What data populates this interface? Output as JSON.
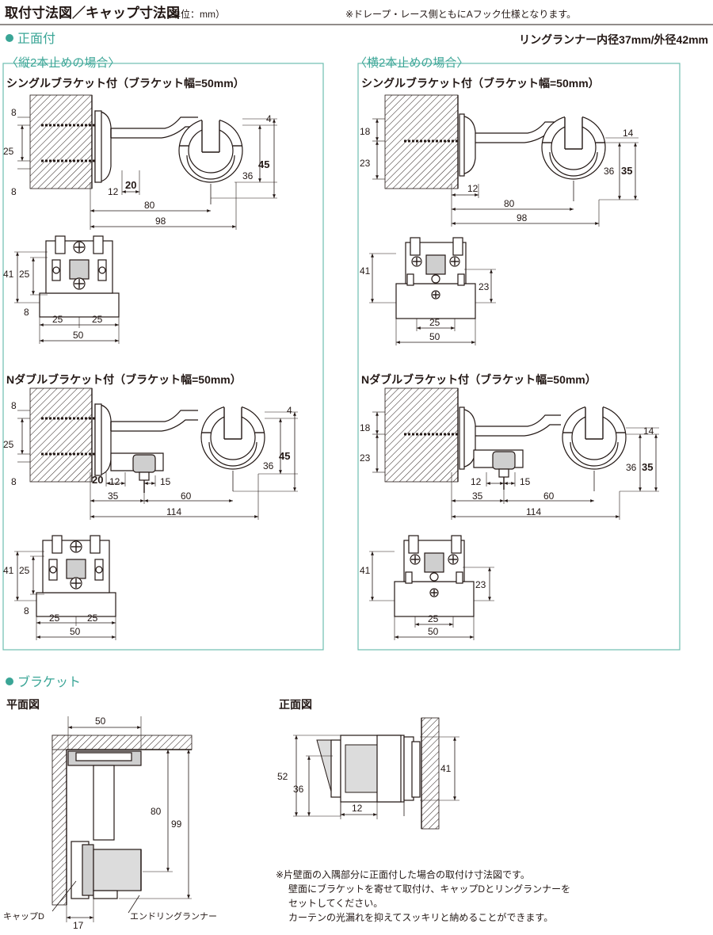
{
  "header": {
    "title": "取付寸法図／キャップ寸法図",
    "unit": "（単位：mm）",
    "note": "※ドレープ・レース側ともにAフック仕様となります。"
  },
  "front_section": {
    "label": "正面付",
    "ring_spec": "リングランナー内径37mm/外径42mm"
  },
  "left_panel": {
    "title": "〈縦2本止めの場合〉",
    "single": {
      "heading": "シングルブラケット付（ブラケット幅=50mm）",
      "dims": {
        "a": "8",
        "b": "25",
        "c": "8",
        "d": "4",
        "e": "36",
        "f": "45",
        "g": "12",
        "h": "20",
        "i": "80",
        "j": "98"
      },
      "plan": {
        "a": "41",
        "b": "25",
        "c": "8",
        "d": "25",
        "e": "25",
        "f": "50"
      }
    },
    "double": {
      "heading": "Nダブルブラケット付（ブラケット幅=50mm）",
      "dims": {
        "a": "8",
        "b": "25",
        "c": "8",
        "d": "4",
        "e": "36",
        "f": "45",
        "g": "20",
        "h": "12",
        "i": "15",
        "j": "35",
        "k": "60",
        "l": "114"
      },
      "plan": {
        "a": "41",
        "b": "25",
        "c": "8",
        "d": "25",
        "e": "25",
        "f": "50"
      }
    }
  },
  "right_panel": {
    "title": "〈横2本止めの場合〉",
    "single": {
      "heading": "シングルブラケット付（ブラケット幅=50mm）",
      "dims": {
        "a": "18",
        "b": "23",
        "c": "14",
        "d": "36",
        "e": "35",
        "f": "12",
        "g": "80",
        "h": "98"
      },
      "plan": {
        "a": "41",
        "b": "23",
        "c": "25",
        "d": "50"
      }
    },
    "double": {
      "heading": "Nダブルブラケット付（ブラケット幅=50mm）",
      "dims": {
        "a": "18",
        "b": "23",
        "c": "14",
        "d": "36",
        "e": "35",
        "f": "12",
        "g": "15",
        "h": "35",
        "i": "60",
        "j": "114"
      },
      "plan": {
        "a": "41",
        "b": "23",
        "c": "25",
        "d": "50"
      }
    }
  },
  "bracket_section": {
    "label": "ブラケット",
    "plan_title": "平面図",
    "front_title": "正面図",
    "plan_dims": {
      "a": "50",
      "b": "80",
      "c": "99",
      "d": "17"
    },
    "front_dims": {
      "a": "52",
      "b": "36",
      "c": "12",
      "d": "41"
    },
    "cap_label": "キャップD",
    "runner_label": "エンドリングランナー",
    "notes": [
      "※片壁面の入隅部分に正面付した場合の取付け寸法図です。",
      "壁面にブラケットを寄せて取付け、キャップDとリングランナーを",
      "セットしてください。",
      "カーテンの光漏れを抑えてスッキリと納めることができます。"
    ]
  }
}
